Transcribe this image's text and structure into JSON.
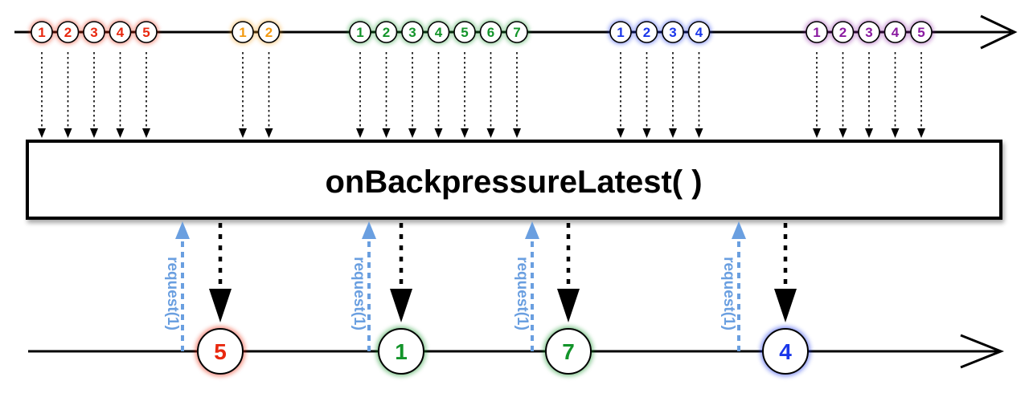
{
  "operator": {
    "label": "onBackpressureLatest( )"
  },
  "colors": {
    "red": "#e8280f",
    "orange": "#f39a12",
    "green": "#13942a",
    "blue": "#1a37ea",
    "purple": "#8a1aa0",
    "request": "#6a9fe0",
    "line": "#000000"
  },
  "input_groups": [
    {
      "color": "red",
      "items": [
        "1",
        "2",
        "3",
        "4",
        "5"
      ]
    },
    {
      "color": "orange",
      "items": [
        "1",
        "2"
      ]
    },
    {
      "color": "green",
      "items": [
        "1",
        "2",
        "3",
        "4",
        "5",
        "6",
        "7"
      ]
    },
    {
      "color": "blue",
      "items": [
        "1",
        "2",
        "3",
        "4"
      ]
    },
    {
      "color": "purple",
      "items": [
        "1",
        "2",
        "3",
        "4",
        "5"
      ]
    }
  ],
  "output": [
    {
      "value": "5",
      "color": "red"
    },
    {
      "value": "1",
      "color": "green"
    },
    {
      "value": "7",
      "color": "green"
    },
    {
      "value": "4",
      "color": "blue"
    }
  ],
  "request_label": "request(1)"
}
